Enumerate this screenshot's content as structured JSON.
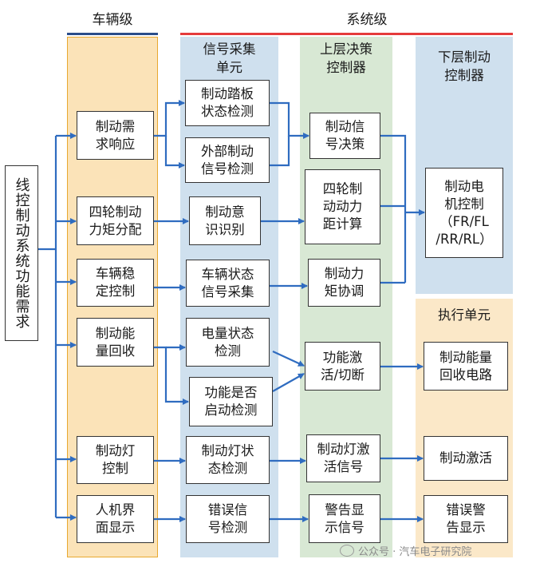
{
  "header": {
    "vehicle_level": "车辆级",
    "system_level": "系统级",
    "vehicle_line_color": "#2a4d8a",
    "system_line_color": "#e53b3b"
  },
  "columns": {
    "signal": {
      "title": "信号采集\n单元",
      "color": "#cfe0ee"
    },
    "upper": {
      "title": "上层决策\n控制器",
      "color": "#d8e8d4"
    },
    "lower": {
      "title": "下层制动\n控制器",
      "color": "#cfe0ee"
    },
    "exec": {
      "title": "执行单元",
      "color": "#fbe8c8"
    },
    "vehicle": {
      "color": "#fbe3b8",
      "border": "#e8a830"
    }
  },
  "root": {
    "label": "线控制动系统功能需求"
  },
  "vehicle_boxes": [
    "制动需\n求响应",
    "四轮制动\n力矩分配",
    "车辆稳\n定控制",
    "制动能\n量回收",
    "制动灯\n控制",
    "人机界\n面显示"
  ],
  "signal_boxes": [
    "制动踏板\n状态检测",
    "外部制动\n信号检测",
    "制动意\n识识别",
    "车辆状态\n信号采集",
    "电量状态\n检测",
    "功能是否\n启动检测",
    "制动灯状\n态检测",
    "错误信\n号检测"
  ],
  "upper_boxes": [
    "制动信\n号决策",
    "四轮制\n动动力\n距计算",
    "制动力\n矩协调",
    "功能激\n活/切断",
    "制动灯激\n活信号",
    "警告显\n示信号"
  ],
  "lower_boxes": [
    "制动电\n机控制\n（FR/FL\n/RR/RL）"
  ],
  "exec_boxes": [
    "制动能量\n回收电路",
    "制动激活",
    "错误警\n告显示"
  ],
  "arrow_color": "#2f6cc0",
  "watermark": {
    "text": "公众号 · 汽车电子研究院",
    "icon": "wechat-icon"
  }
}
